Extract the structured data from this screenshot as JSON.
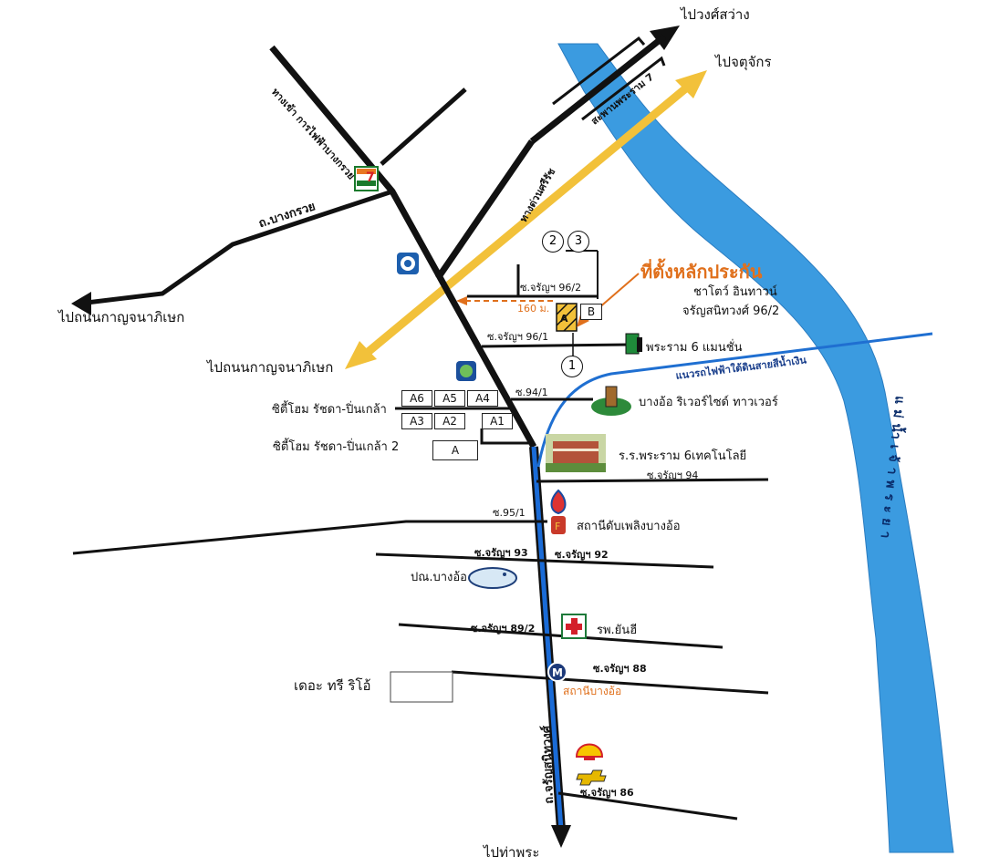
{
  "destinations": {
    "top_right_1": "ไปวงศ์สว่าง",
    "top_right_2": "ไปจตุจักร",
    "left_1": "ไปถนนกาญจนาภิเษก",
    "left_2": "ไปถนนกาญจนาภิเษก",
    "bottom": "ไปท่าพระ"
  },
  "roads": {
    "entrance_egat": "ทางเข้า การไฟฟ้าบางกรวย",
    "bang_kruai": "ถ.บางกรวย",
    "expressway": "ทางด่วนศรีรัช",
    "rama7_bridge": "สะพานพระราม 7",
    "charan_main": "ถ.จรัญสนิทวงศ์",
    "soi_96_2": "ซ.จรัญฯ 96/2",
    "soi_96_1": "ซ.จรัญฯ 96/1",
    "soi_94_1": "ซ.94/1",
    "soi_94": "ซ.จรัญฯ 94",
    "soi_95_1": "ซ.95/1",
    "soi_93": "ซ.จรัญฯ 93",
    "soi_92": "ซ.จรัญฯ 92",
    "soi_89_2": "ซ.จรัญฯ 89/2",
    "soi_88": "ซ.จรัญฯ 88",
    "soi_86": "ซ.จรัญฯ 86"
  },
  "river": "แม่น้ำเจ้าพระยา",
  "metro_line": "แนวรถไฟฟ้าใต้ดินสายสีน้ำเงิน",
  "station": "สถานีบางอ้อ",
  "location": {
    "title": "ที่ตั้งหลักประกัน",
    "line1": "ชาโตว์ อินทาวน์",
    "line2": "จรัญสนิทวงศ์ 96/2",
    "distance": "160 ม."
  },
  "landmarks": {
    "rama6_mansion": "พระราม 6 แมนชั่น",
    "bangor_riverside": "บางอ้อ ริเวอร์ไซด์ ทาวเวอร์",
    "school": "ร.ร.พระราม 6เทคโนโลยี",
    "fire_station": "สถานีดับเพลิงบางอ้อ",
    "post_office": "ปณ.บางอ้อ",
    "hospital": "รพ.ยันฮี",
    "the_tree": "เดอะ ทรี ริโอ้",
    "city_home_1": "ซิตี้โฮม รัชดา-ปิ่นเกล้า",
    "city_home_2": "ซิตี้โฮม รัชดา-ปิ่นเกล้า 2"
  },
  "plots": {
    "a6": "A6",
    "a5": "A5",
    "a4": "A4",
    "a3": "A3",
    "a2": "A2",
    "a1": "A1",
    "a": "A",
    "b": "B",
    "a_site": "A"
  },
  "markers": {
    "c1": "1",
    "c2": "2",
    "c3": "3"
  },
  "icons": {
    "seven_eleven": "seven-eleven-icon",
    "kasikorn": "bank-icon",
    "bangkok_bank": "bank-icon",
    "ptt": "gas-station-icon",
    "shell": "shell-icon",
    "chevrolet": "chevrolet-icon",
    "metro": "metro-icon",
    "hospital": "hospital-cross-icon",
    "post": "post-office-icon"
  },
  "colors": {
    "river": "#3b9be0",
    "expressway_arrow": "#f2c13a",
    "main_road": "#111111",
    "charan_road": "#1a6bd6",
    "metro_line": "#1f6fd1",
    "location_title": "#e0701c",
    "location_marker": "#e0701c"
  }
}
